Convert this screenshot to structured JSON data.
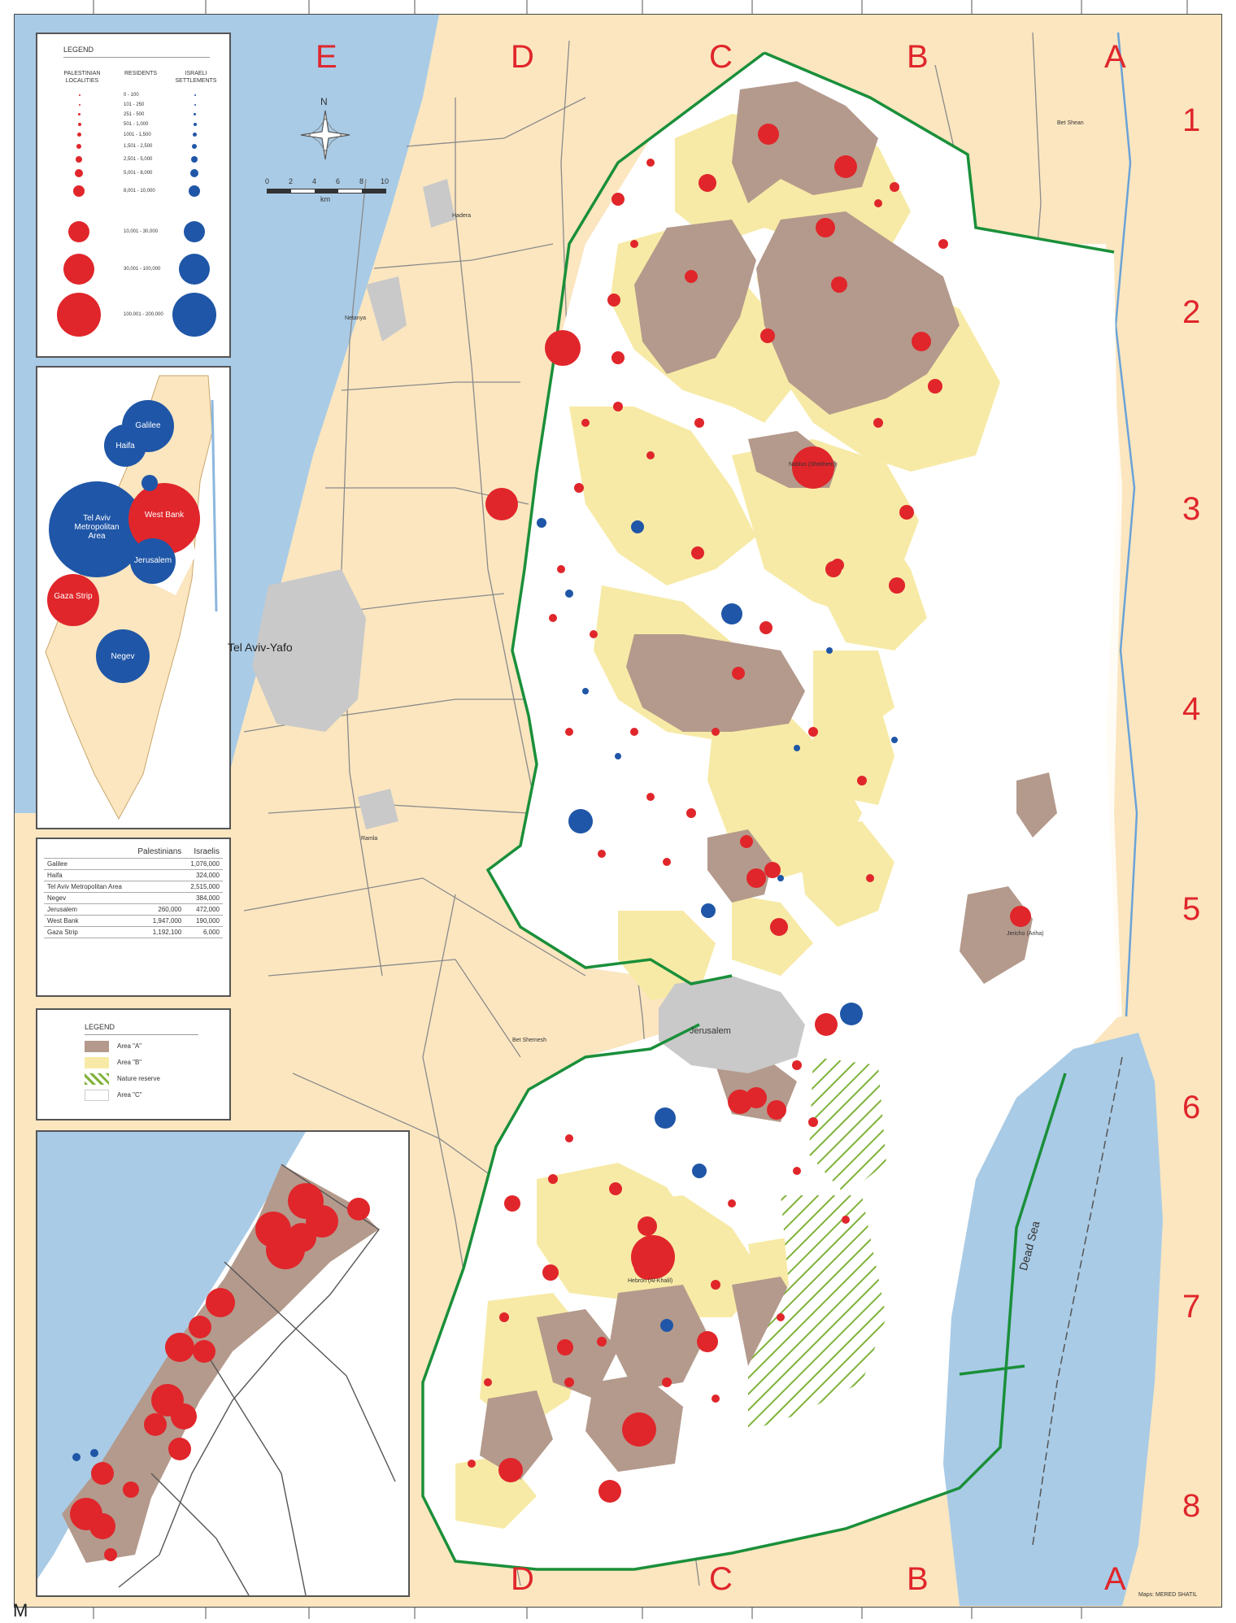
{
  "grid": {
    "letters_top": [
      "E",
      "D",
      "C",
      "B",
      "A"
    ],
    "letters_bottom": [
      "D",
      "C",
      "B",
      "A"
    ],
    "numbers": [
      "1",
      "2",
      "3",
      "4",
      "5",
      "6",
      "7",
      "8"
    ]
  },
  "colors": {
    "sea": "#a9cbe6",
    "land": "#fbe6c0",
    "area_a": "#b49a8c",
    "area_b": "#f7eaa6",
    "area_c": "#ffffff",
    "palestinian": "#e0262b",
    "israeli": "#1f56a7",
    "green_line": "#1a8f3a",
    "grid_text": "#e0262b"
  },
  "compass": {
    "north": "N"
  },
  "scale": {
    "ticks": [
      "0",
      "2",
      "4",
      "6",
      "8",
      "10"
    ],
    "unit": "km"
  },
  "legend_pop": {
    "title": "LEGEND",
    "col1": "PALESTINIAN LOCALITIES",
    "col2": "RESIDENTS",
    "col3": "ISRAELI SETTLEMENTS",
    "rows": [
      "0 - 100",
      "101 - 250",
      "251 - 500",
      "501 - 1,000",
      "1001 - 1,500",
      "1,501 - 2,500",
      "2,501 - 5,000",
      "5,001 - 8,000",
      "8,001 - 10,000",
      "10,001 - 30,000",
      "30,001 - 100,000",
      "100,001 - 200,000"
    ]
  },
  "overview": {
    "labels": [
      "Galilee",
      "Haifa",
      "Tel Aviv Metropolitan Area",
      "West Bank",
      "Jerusalem",
      "Gaza Strip",
      "Negev"
    ]
  },
  "pop_table": {
    "headers": [
      "",
      "Palestinians",
      "Israelis"
    ],
    "rows": [
      [
        "Galilee",
        "",
        "1,076,000"
      ],
      [
        "Haifa",
        "",
        "324,000"
      ],
      [
        "Tel Aviv Metropolitan Area",
        "",
        "2,515,000"
      ],
      [
        "Negev",
        "",
        "384,000"
      ],
      [
        "Jerusalem",
        "260,000",
        "472,000"
      ],
      [
        "West Bank",
        "1,947,000",
        "190,000"
      ],
      [
        "Gaza Strip",
        "1,192,100",
        "6,000"
      ]
    ]
  },
  "legend_areas": {
    "title": "LEGEND",
    "items": [
      "Area \"A\"",
      "Area \"B\"",
      "Nature reserve",
      "Area \"C\""
    ]
  },
  "places": {
    "tel_aviv": "Tel Aviv-Yafo",
    "jerusalem": "Jerusalem",
    "dead_sea": "Dead Sea",
    "jericho": "Jericho (Ariha)",
    "hebron": "Hebron (Al-Khalil)",
    "nablus": "Nablus (Shekhem)",
    "netanya": "Netanya",
    "hadera": "Hadera",
    "ramla": "Ramla",
    "bet_shean": "Bet Shean",
    "bet_shemesh": "Bet Shemesh"
  },
  "credit": "Maps: MERED SHATIL",
  "bottom_mark": "M"
}
